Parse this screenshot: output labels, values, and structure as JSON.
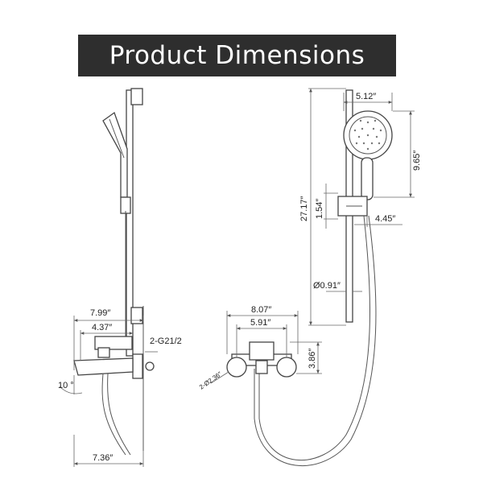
{
  "banner": {
    "title": "Product Dimensions"
  },
  "dimensions": {
    "overall_height": "27.17″",
    "head_width": "5.12″",
    "head_height": "9.65″",
    "holder_height": "1.54″",
    "holder_offset": "4.45″",
    "rail_diameter": "Ø0.91″",
    "spout_length_top": "7.99″",
    "spout_inner": "4.37″",
    "connection": "2-G21/2",
    "angle": "10 °",
    "spout_length_bottom": "7.36″",
    "mixer_width": "8.07″",
    "mixer_centers": "5.91″",
    "mixer_height": "3.86″",
    "mount_holes": "2-Ø2.36″"
  },
  "colors": {
    "banner_bg": "#2e2e2e",
    "banner_text": "#ffffff",
    "line": "#555555"
  }
}
